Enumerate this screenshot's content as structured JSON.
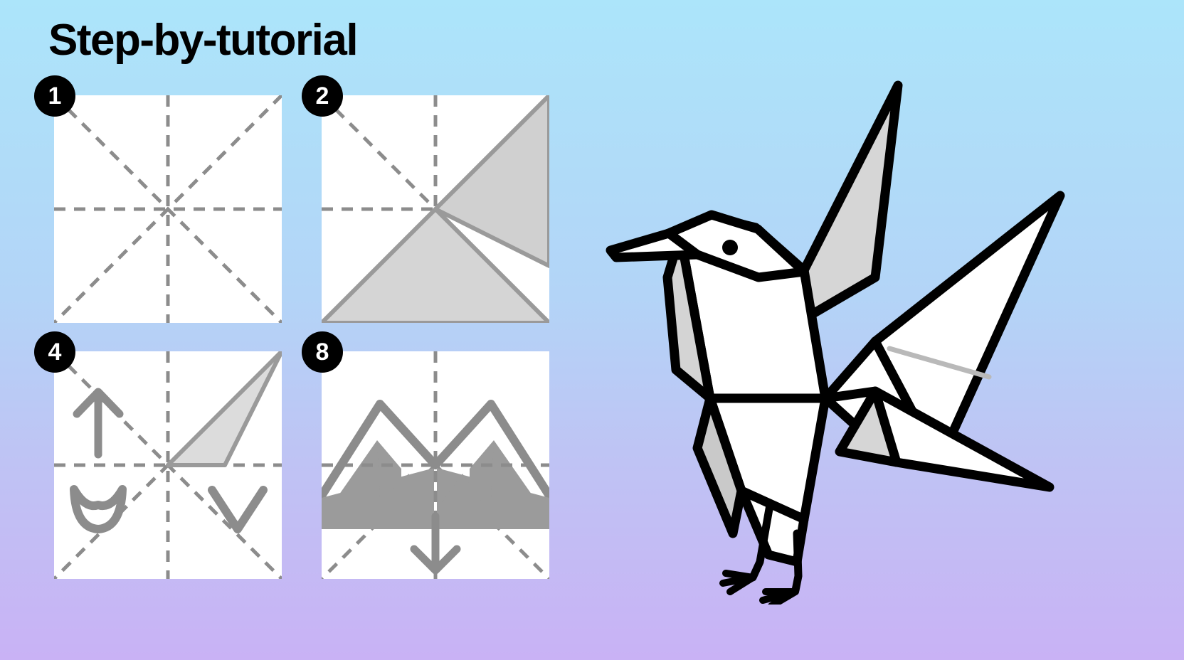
{
  "page": {
    "title": "Step-by-tutorial",
    "background_top_color": "#ace5fa",
    "background_bottom_color": "#c9b2f5",
    "paper_color": "#ffffff",
    "crease_color": "#8c8c8c",
    "fold_fill_light": "#e0e0e0",
    "fold_fill_mid": "#d2d2d2",
    "fold_fill_dark": "#9a9a9a",
    "badge_bg_color": "#000000",
    "badge_text_color": "#ffffff",
    "outline_color": "#000000"
  },
  "steps": [
    {
      "number": "1",
      "name": "unfolded-square-with-creases",
      "icons": []
    },
    {
      "number": "2",
      "name": "diagonal-fold",
      "icons": []
    },
    {
      "number": "4",
      "name": "corner-fold-with-direction-arrows",
      "icons": [
        "arrow-up-icon",
        "chevron-down-rounded-icon",
        "chevron-down-icon"
      ]
    },
    {
      "number": "8",
      "name": "mirrored-mountain-fold",
      "icons": [
        "mountain-icon",
        "mountain-icon",
        "arrow-down-icon"
      ]
    }
  ],
  "illustration": {
    "name": "origami-bird",
    "eye_color": "#000000",
    "body_color": "#ffffff",
    "shade_color": "#cfcfcf",
    "deep_shade_color": "#a8a8a8",
    "leg_color": "#000000"
  }
}
